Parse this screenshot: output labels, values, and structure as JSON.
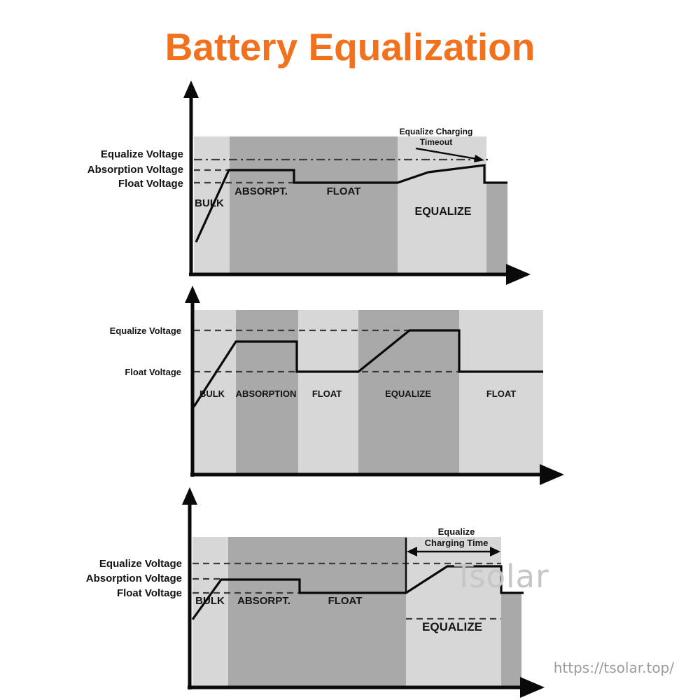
{
  "title": {
    "text": "Battery Equalization",
    "color": "#F2711D"
  },
  "colors": {
    "band_light": "#d7d7d7",
    "band_dark": "#a9a9a9",
    "line": "#0a0a0a",
    "dashed": "#3c3c3c",
    "label": "#141414",
    "watermark": "#c6c6c6",
    "url_text": "#9b9b9b"
  },
  "charts": [
    {
      "name": "equalize-charging-timeout-chart",
      "voltage_levels": [
        {
          "label": "Equalize Voltage"
        },
        {
          "label": "Absorption Voltage"
        },
        {
          "label": "Float Voltage"
        }
      ],
      "stages": [
        {
          "label": "BULK"
        },
        {
          "label": "ABSORPT."
        },
        {
          "label": "FLOAT"
        },
        {
          "label": "EQUALIZE"
        }
      ],
      "annotation": {
        "line1": "Equalize Charging",
        "line2": "Timeout"
      }
    },
    {
      "name": "full-cycle-chart",
      "voltage_levels": [
        {
          "label": "Equalize Voltage"
        },
        {
          "label": "Float Voltage"
        }
      ],
      "stages": [
        {
          "label": "BULK"
        },
        {
          "label": "ABSORPTION"
        },
        {
          "label": "FLOAT"
        },
        {
          "label": "EQUALIZE"
        },
        {
          "label": "FLOAT"
        }
      ]
    },
    {
      "name": "equalize-charging-time-chart",
      "voltage_levels": [
        {
          "label": "Equalize Voltage"
        },
        {
          "label": "Absorption Voltage"
        },
        {
          "label": "Float Voltage"
        }
      ],
      "stages": [
        {
          "label": "BULK"
        },
        {
          "label": "ABSORPT."
        },
        {
          "label": "FLOAT"
        },
        {
          "label": "EQUALIZE"
        }
      ],
      "annotation": {
        "line1": "Equalize",
        "line2": "Charging Time"
      }
    }
  ],
  "watermark": {
    "text": "Tsolar"
  },
  "footer": {
    "url": "https://tsolar.top/"
  }
}
